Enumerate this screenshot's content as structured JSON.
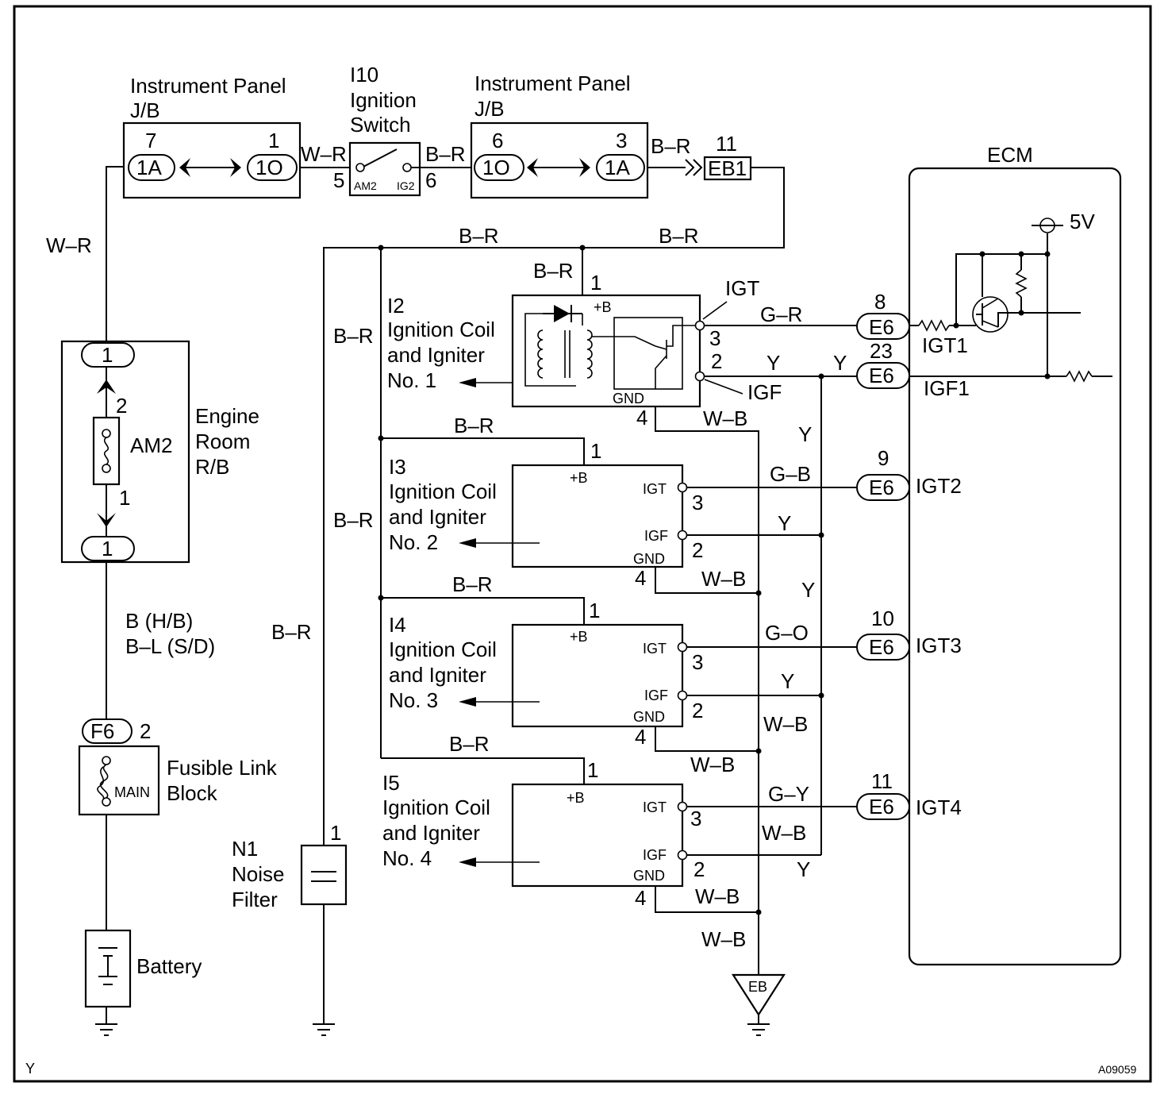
{
  "figure_code": "A09059",
  "corner_letter": "Y",
  "jb_left": {
    "title_line1": "Instrument Panel",
    "title_line2": "J/B",
    "pin_left": "7",
    "conn_left": "1A",
    "pin_right": "1",
    "conn_right": "1O"
  },
  "ignition_switch": {
    "id": "I10",
    "name_line1": "Ignition",
    "name_line2": "Switch",
    "pin_in": "5",
    "pin_out": "6",
    "term_in": "AM2",
    "term_out": "IG2"
  },
  "jb_right": {
    "title_line1": "Instrument Panel",
    "title_line2": "J/B",
    "pin_left": "6",
    "conn_left": "1O",
    "pin_right": "3",
    "conn_right": "1A"
  },
  "eb1": {
    "pin": "11",
    "label": "EB1"
  },
  "engine_room_rb": {
    "name_line1": "Engine",
    "name_line2": "Room",
    "name_line3": "R/B",
    "conn_top": "1",
    "conn_bottom": "1",
    "fuse": "AM2",
    "fuse_pin_top": "2",
    "fuse_pin_bottom": "1"
  },
  "fusible_link": {
    "conn": "F6",
    "pin": "2",
    "fuse": "MAIN",
    "name_line1": "Fusible Link",
    "name_line2": "Block"
  },
  "battery": {
    "label": "Battery"
  },
  "noise_filter": {
    "id": "N1",
    "name_line1": "Noise",
    "name_line2": "Filter",
    "pin": "1"
  },
  "wire_colors": {
    "w_r_top": "W–R",
    "w_r_left": "W–R",
    "b_r_sw": "B–R",
    "b_r_jb": "B–R",
    "b_r_bus_1": "B–R",
    "b_r_bus_2": "B–R",
    "b_r_coil1": "B–R",
    "b_r_vert_1": "B–R",
    "b_r_vert_2": "B–R",
    "b_r_filter": "B–R",
    "b_r_c2": "B–R",
    "b_r_c3": "B–R",
    "b_r_c4": "B–R",
    "b_hb": "B (H/B)",
    "b_l_sd": "B–L (S/D)",
    "g_r": "G–R",
    "y_1": "Y",
    "y_2": "Y",
    "y_3": "Y",
    "y_4": "Y",
    "y_5": "Y",
    "y_6": "Y",
    "y_7": "Y",
    "w_b_1": "W–B",
    "w_b_2": "W–B",
    "w_b_3": "W–B",
    "w_b_4": "W–B",
    "w_b_5": "W–B",
    "w_b_6": "W–B",
    "w_b_7": "W–B",
    "g_b": "G–B",
    "g_o": "G–O",
    "g_y": "G–Y"
  },
  "coils": [
    {
      "id": "I2",
      "line1": "Ignition Coil",
      "line2": "and Igniter",
      "line3": "No. 1"
    },
    {
      "id": "I3",
      "line1": "Ignition Coil",
      "line2": "and Igniter",
      "line3": "No. 2"
    },
    {
      "id": "I4",
      "line1": "Ignition Coil",
      "line2": "and Igniter",
      "line3": "No. 3"
    },
    {
      "id": "I5",
      "line1": "Ignition Coil",
      "line2": "and Igniter",
      "line3": "No. 4"
    }
  ],
  "coil_pins": {
    "pb": "1",
    "igt": "3",
    "igf": "2",
    "gnd": "4",
    "pb_label": "+B",
    "igt_label": "IGT",
    "igf_label": "IGF",
    "gnd_label": "GND"
  },
  "ecm": {
    "title": "ECM",
    "vref": "5V",
    "terminals": [
      {
        "pin": "8",
        "conn": "E6",
        "signal": "IGT1"
      },
      {
        "pin": "23",
        "conn": "E6",
        "signal": "IGF1"
      },
      {
        "pin": "9",
        "conn": "E6",
        "signal": "IGT2"
      },
      {
        "pin": "10",
        "conn": "E6",
        "signal": "IGT3"
      },
      {
        "pin": "11",
        "conn": "E6",
        "signal": "IGT4"
      }
    ]
  },
  "ground": {
    "label": "EB"
  }
}
